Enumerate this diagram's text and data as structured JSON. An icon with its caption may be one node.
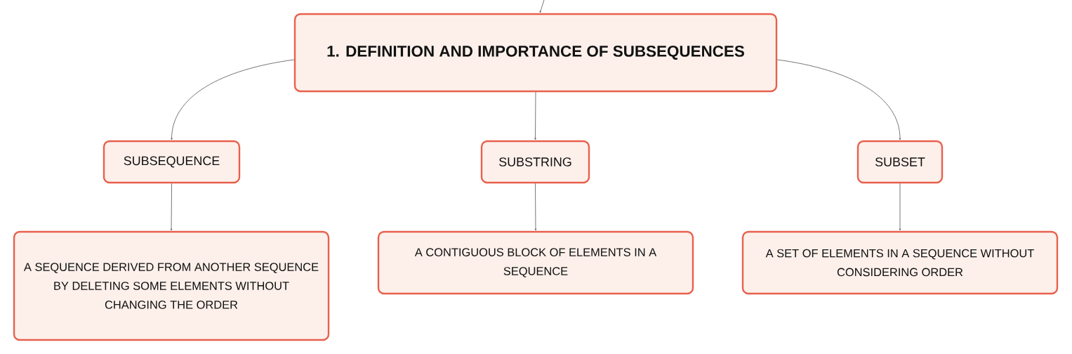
{
  "diagram": {
    "nodes": [
      {
        "text": [
          "1. DEFINITION AND IMPORTANCE OF SUBSEQUENCES"
        ]
      },
      {
        "text": [
          "SUBSEQUENCE"
        ]
      },
      {
        "text": [
          "SUBSTRING"
        ]
      },
      {
        "text": [
          "SUBSET"
        ]
      },
      {
        "text": [
          "A SEQUENCE DERIVED FROM ANOTHER SEQUENCE BY DELETING SOME ELEMENTS WITHOUT CHANGING THE ORDER"
        ]
      },
      {
        "text": [
          "A CONTIGUOUS BLOCK OF ELEMENTS IN A SEQUENCE"
        ]
      },
      {
        "text": [
          "A SET OF ELEMENTS IN A SEQUENCE WITHOUT CONSIDERING ORDER"
        ]
      }
    ],
    "edges": [
      {
        "from": null,
        "to": 0,
        "arrow": "to"
      },
      {
        "from": 0,
        "to": 1,
        "arrow": "to"
      },
      {
        "from": 0,
        "to": 2,
        "arrow": "to"
      },
      {
        "from": 0,
        "to": 3,
        "arrow": "to"
      },
      {
        "from": 1,
        "to": 4,
        "arrow": "to"
      },
      {
        "from": 2,
        "to": 5,
        "arrow": "to"
      },
      {
        "from": 3,
        "to": 6,
        "arrow": "to"
      }
    ]
  }
}
